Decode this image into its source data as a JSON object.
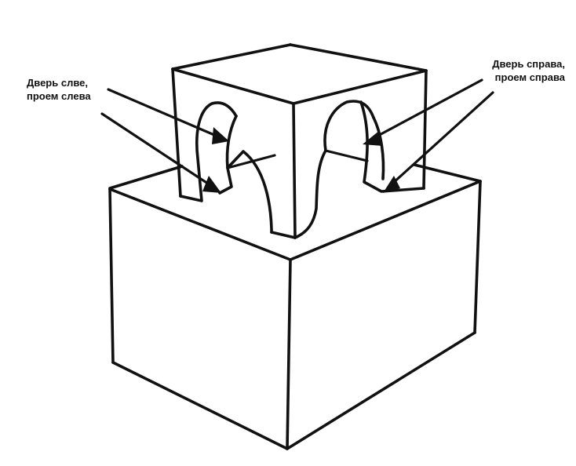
{
  "annotations": {
    "left": {
      "line1": "Дверь слве,",
      "line2": "проем слева"
    },
    "right": {
      "line1": "Дверь справа,",
      "line2": "проем справа"
    }
  },
  "colors": {
    "ink": "#111111",
    "paper": "#ffffff"
  }
}
